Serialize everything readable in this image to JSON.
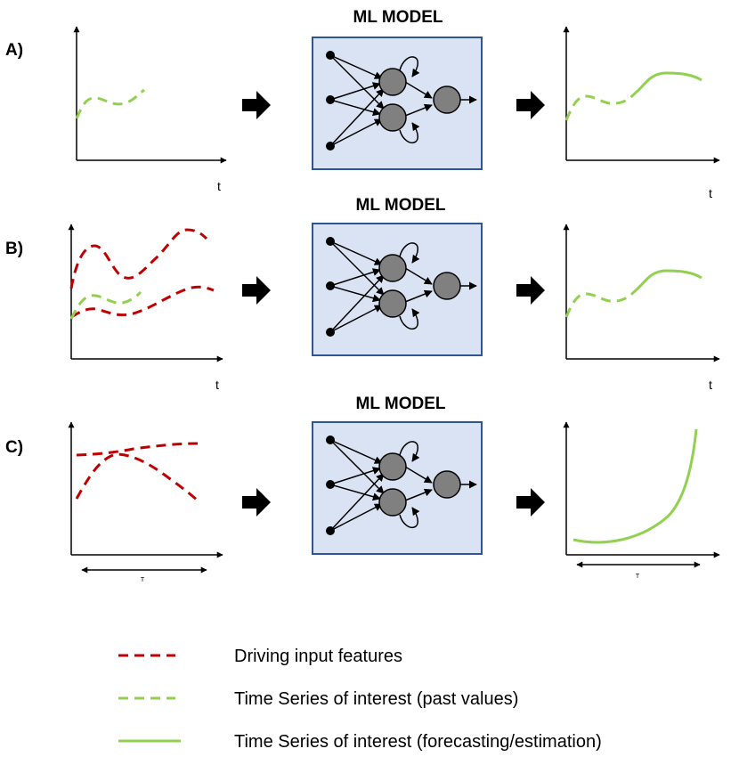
{
  "rows": [
    {
      "id": "A",
      "label": "A)",
      "model_title": "ML MODEL",
      "input_axis_label": "t",
      "output_axis_label": "t"
    },
    {
      "id": "B",
      "label": "B)",
      "model_title": "ML MODEL",
      "input_axis_label": "t",
      "output_axis_label": "t"
    },
    {
      "id": "C",
      "label": "C)",
      "model_title": "ML MODEL",
      "input_axis_label": "T",
      "output_axis_label": "T"
    }
  ],
  "legend": [
    {
      "label": "Driving input features",
      "style": "dashed",
      "color": "#c00000"
    },
    {
      "label": "Time Series of interest (past values)",
      "style": "dashed",
      "color": "#92d050"
    },
    {
      "label": "Time Series of interest (forecasting/estimation)",
      "style": "solid",
      "color": "#92d050"
    }
  ],
  "colors": {
    "driving": "#c00000",
    "series": "#92d050",
    "model_fill": "#dae3f3",
    "model_border": "#2f5597",
    "node_fill": "#808080"
  },
  "icons": [
    "arrow-right-icon",
    "neural-network-icon"
  ]
}
